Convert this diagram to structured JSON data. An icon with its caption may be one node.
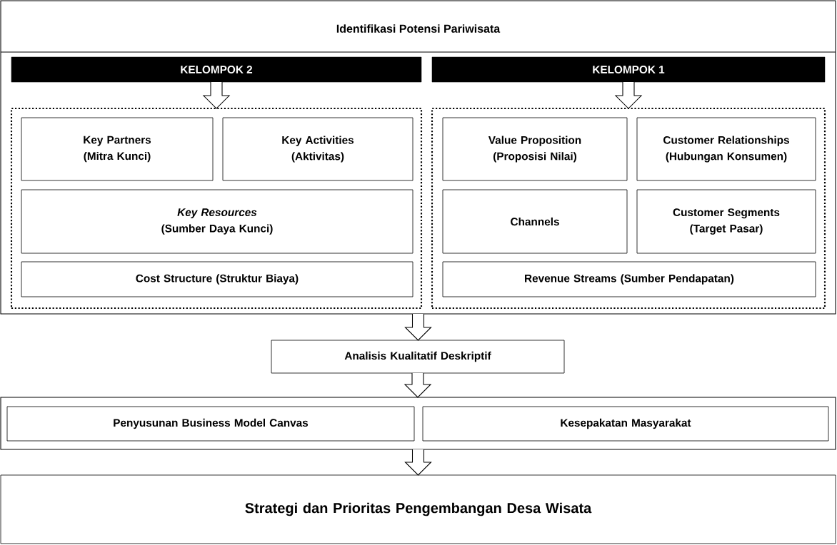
{
  "diagram": {
    "nodes": [
      {
        "text": [
          "Identifikasi Potensi Pariwisata"
        ]
      },
      {
        "text": [
          "KELOMPOK 2"
        ],
        "in": 0
      },
      {
        "text": [
          "KELOMPOK 1"
        ],
        "in": 0
      },
      {
        "text": [],
        "shape": "box",
        "in": 0
      },
      {
        "text": [
          "Key Partners (Mitra Kunci)"
        ],
        "in": 3
      },
      {
        "text": [
          "Key Activities (Aktivitas)"
        ],
        "in": 3
      },
      {
        "text": [
          "*Key Resources* (Sumber Daya Kunci)"
        ],
        "in": 3
      },
      {
        "text": [
          "Cost Structure (Struktur Biaya)"
        ],
        "in": 3
      },
      {
        "text": [],
        "shape": "box",
        "in": 0
      },
      {
        "text": [
          "Value Proposition (Proposisi Nilai)"
        ],
        "in": 8
      },
      {
        "text": [
          "Customer Relationships (Hubungan Konsumen)"
        ],
        "in": 8
      },
      {
        "text": [
          "Channels"
        ],
        "in": 8
      },
      {
        "text": [
          "Customer Segments (Target Pasar)"
        ],
        "in": 8
      },
      {
        "text": [
          "Revenue Streams (Sumber Pendapatan)"
        ],
        "in": 8
      },
      {
        "text": [
          "Analisis Kualitatif Deskriptif"
        ]
      },
      {
        "text": [],
        "shape": "box"
      },
      {
        "text": [
          "Penyusunan Business Model Canvas"
        ],
        "in": 15
      },
      {
        "text": [
          "Kesepakatan Masyarakat"
        ],
        "in": 15
      },
      {
        "text": [
          "Strategi dan Prioritas Pengembangan Desa Wisata"
        ]
      }
    ],
    "edges": [
      {
        "from": 1,
        "to": 3,
        "arrow": "to"
      },
      {
        "from": 2,
        "to": 8,
        "arrow": "to"
      },
      {
        "from": 0,
        "to": 14,
        "arrow": "to"
      },
      {
        "from": 14,
        "to": 15,
        "arrow": "to"
      },
      {
        "from": 15,
        "to": 18,
        "arrow": "to"
      }
    ]
  }
}
